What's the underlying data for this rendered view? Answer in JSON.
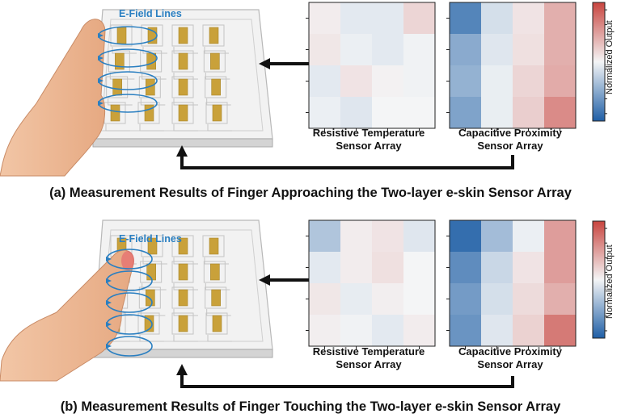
{
  "panels": [
    {
      "id": "a",
      "efield_label": "E-Field Lines",
      "caption": "(a) Measurement Results of Finger Approaching the Two-layer e-skin Sensor Array",
      "temp_label": [
        "Resistive Temperature",
        "Sensor Array"
      ],
      "prox_label": [
        "Capacitive Proximity",
        "Sensor Array"
      ],
      "colorbar_label": "Normalized Output",
      "temp_grid": [
        [
          0.05,
          -0.08,
          -0.08,
          0.18
        ],
        [
          0.08,
          -0.04,
          -0.08,
          -0.02
        ],
        [
          -0.08,
          0.1,
          0.02,
          -0.02
        ],
        [
          -0.04,
          -0.1,
          0.0,
          0.0
        ]
      ],
      "prox_grid": [
        [
          -0.75,
          -0.15,
          0.1,
          0.4
        ],
        [
          -0.5,
          -0.1,
          0.12,
          0.4
        ],
        [
          -0.45,
          -0.05,
          0.18,
          0.42
        ],
        [
          -0.55,
          -0.05,
          0.22,
          0.6
        ]
      ]
    },
    {
      "id": "b",
      "efield_label": "E-Field Lines",
      "caption": "(b) Measurement Results of Finger Touching the Two-layer e-skin Sensor Array",
      "temp_label": [
        "Resistive Temperature",
        "Sensor Array"
      ],
      "prox_label": [
        "Capacitive Proximity",
        "Sensor Array"
      ],
      "colorbar_label": "Normalized Output",
      "temp_grid": [
        [
          -0.32,
          0.05,
          0.1,
          -0.1
        ],
        [
          -0.08,
          0.05,
          0.12,
          0.0
        ],
        [
          0.08,
          -0.06,
          0.04,
          0.0
        ],
        [
          0.04,
          -0.02,
          -0.08,
          0.05
        ]
      ],
      "prox_grid": [
        [
          -0.9,
          -0.38,
          -0.04,
          0.5
        ],
        [
          -0.7,
          -0.2,
          0.1,
          0.5
        ],
        [
          -0.6,
          -0.15,
          0.15,
          0.4
        ],
        [
          -0.65,
          -0.1,
          0.2,
          0.7
        ]
      ]
    }
  ],
  "colors": {
    "low": "#1f5fa6",
    "mid": "#f4f5f6",
    "high": "#c8453f",
    "arrow": "#111111",
    "field": "#2a7fc1",
    "gold": "#c9a13a"
  }
}
